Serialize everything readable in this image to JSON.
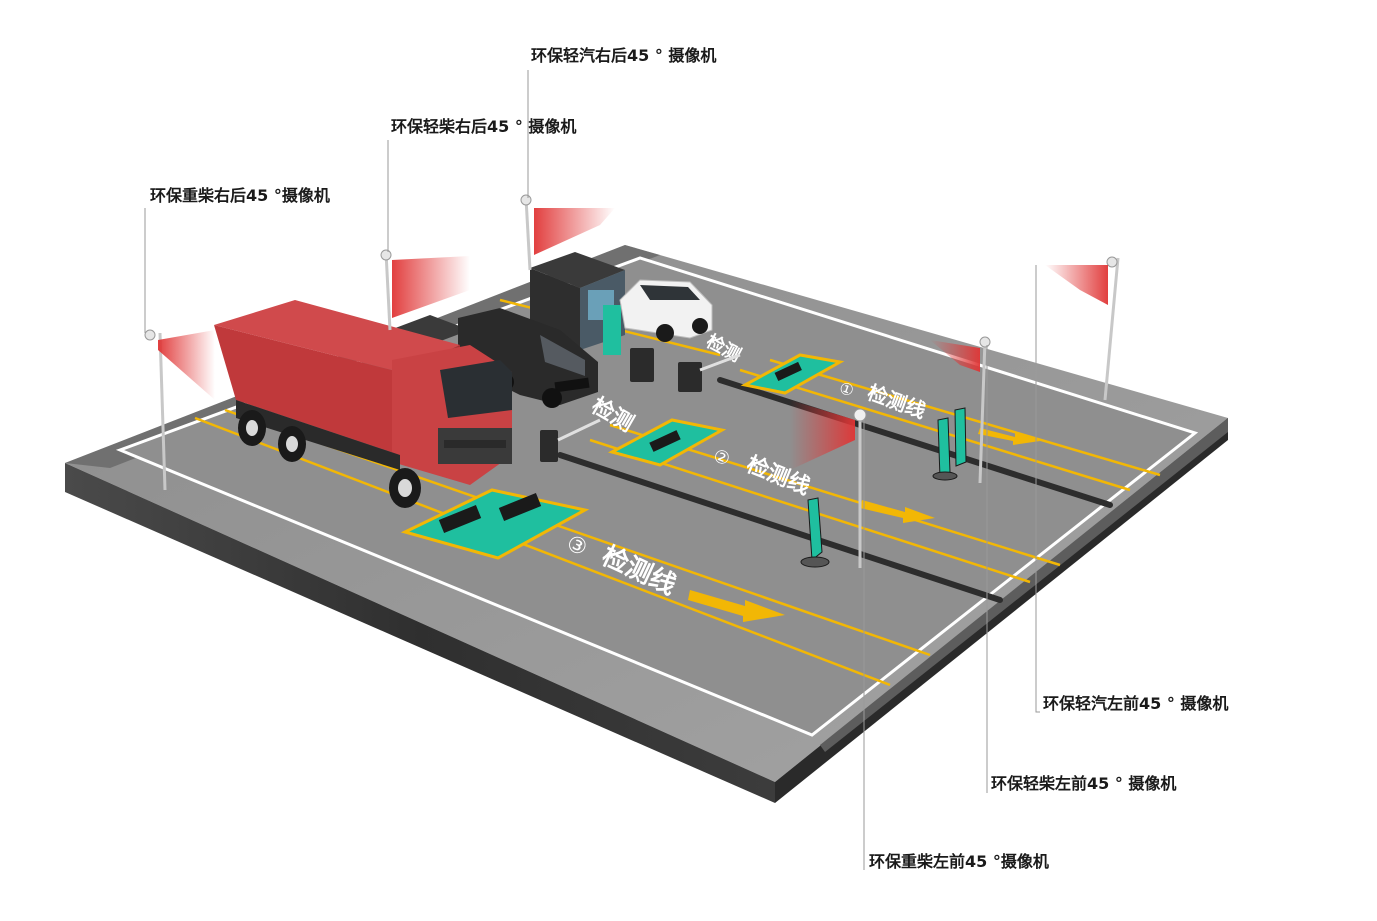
{
  "labels": {
    "light_gas_rear_right": "环保轻汽右后45 ° 摄像机",
    "light_diesel_rear_right": "环保轻柴右后45 ° 摄像机",
    "heavy_diesel_rear_right": "环保重柴右后45 °摄像机",
    "light_gas_front_left": "环保轻汽左前45 ° 摄像机",
    "light_diesel_front_left": "环保轻柴左前45 ° 摄像机",
    "heavy_diesel_front_left": "环保重柴左前45 °摄像机"
  },
  "lanes": [
    {
      "number": "①",
      "name": "检测线"
    },
    {
      "number": "②",
      "name": "检测线"
    },
    {
      "number": "③",
      "name": "检测线"
    }
  ],
  "colors": {
    "ground_top": "#9a9a9a",
    "ground_side": "#3a3a3a",
    "lane_line": "#f2b705",
    "platform": "#1fbf9f",
    "truck": "#c0393b",
    "camera_cone": "#e03535"
  }
}
